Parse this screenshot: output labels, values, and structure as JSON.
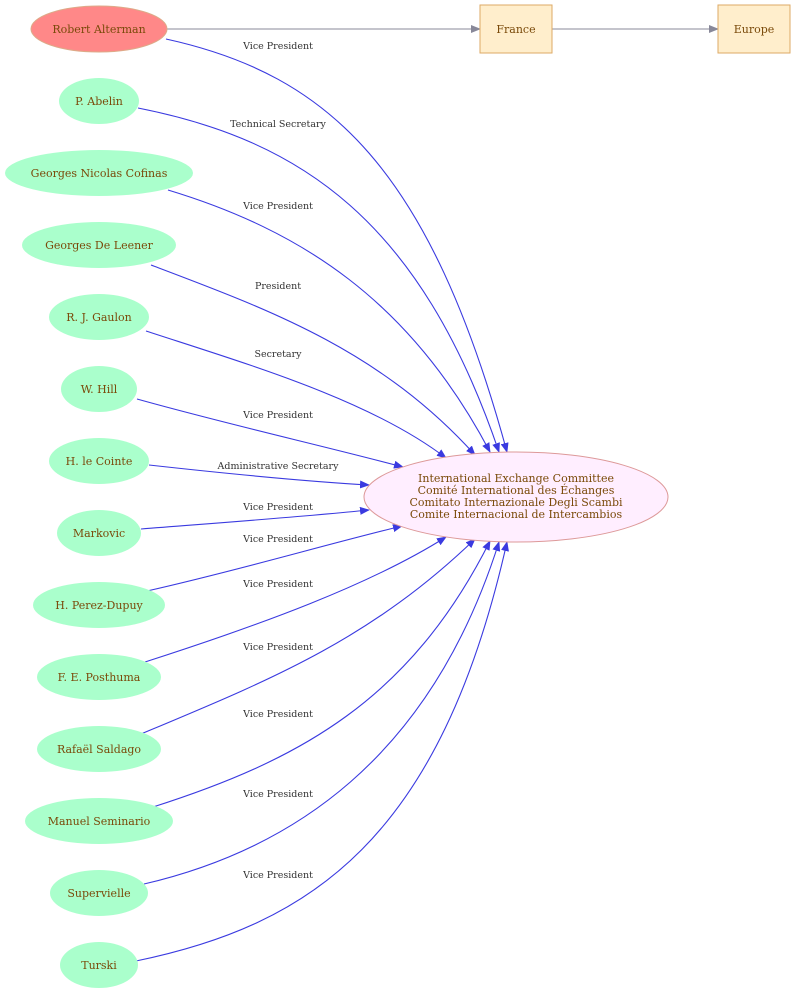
{
  "colors": {
    "person_fill": "#aaffcc",
    "highlight_fill": "#ff8888",
    "highlight_stroke": "#ddaa88",
    "org_fill": "#ffeeff",
    "org_stroke": "#dd9999",
    "place_fill": "#ffeecc",
    "place_stroke": "#ddaa66",
    "edge_blue": "#3a3ae0",
    "edge_gray": "#888899",
    "text": "#7a4a0a"
  },
  "organization": {
    "lines": [
      "International Exchange Committee",
      "Comité International des Échanges",
      "Comitato Internazionale Degli Scambi",
      "Comite Internacional de Intercambios"
    ]
  },
  "places": [
    {
      "label": "France"
    },
    {
      "label": "Europe"
    }
  ],
  "people": [
    {
      "name": "Robert Alterman",
      "role": "Vice President",
      "highlight": true
    },
    {
      "name": "P. Abelin",
      "role": "Technical Secretary"
    },
    {
      "name": "Georges Nicolas Cofinas",
      "role": "Vice President"
    },
    {
      "name": "Georges De Leener",
      "role": "President"
    },
    {
      "name": "R. J. Gaulon",
      "role": "Secretary"
    },
    {
      "name": "W. Hill",
      "role": "Vice President"
    },
    {
      "name": "H. le Cointe",
      "role": "Administrative Secretary"
    },
    {
      "name": "Markovic",
      "role": "Vice President"
    },
    {
      "name": "H. Perez-Dupuy",
      "role": "Vice President"
    },
    {
      "name": "F. E. Posthuma",
      "role": "Vice President"
    },
    {
      "name": "Rafaël Saldago",
      "role": "Vice President"
    },
    {
      "name": "Manuel Seminario",
      "role": "Vice President"
    },
    {
      "name": "Supervielle",
      "role": "Vice President"
    },
    {
      "name": "Turski",
      "role": "Vice President"
    }
  ]
}
